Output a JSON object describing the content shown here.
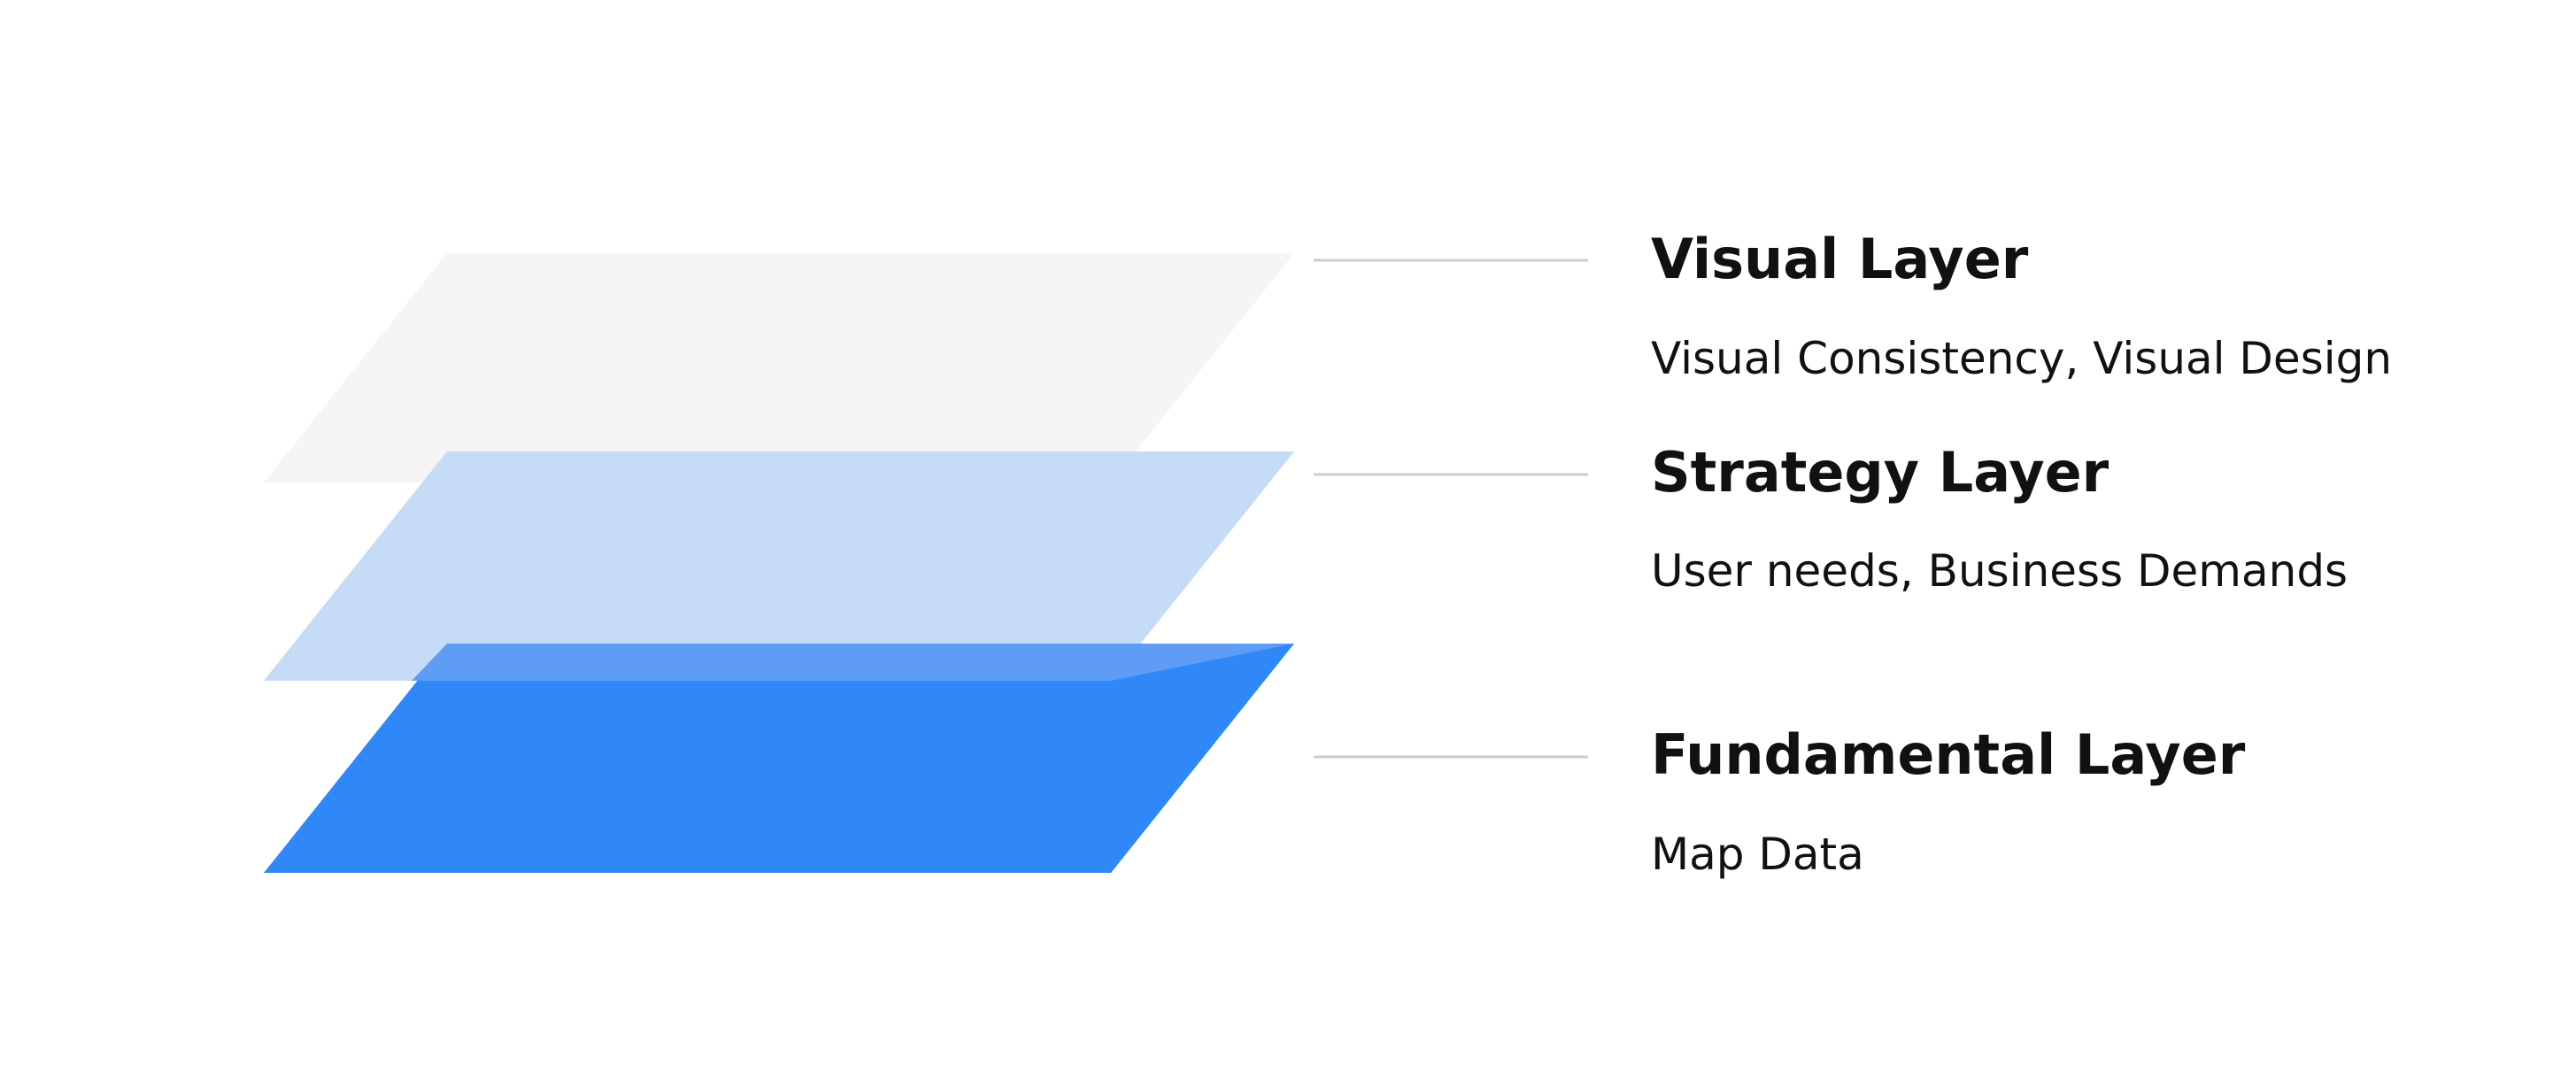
{
  "colors": {
    "visual_plane": "#F5F5F5",
    "strategy_plane": "#C6DCF6",
    "fundamental_plane": "#2F87F8",
    "overlap": "#5E9CF6",
    "connector": "#CCCCCC",
    "text": "#111111"
  },
  "layers": [
    {
      "title": "Visual Layer",
      "description": "Visual Consistency, Visual Design"
    },
    {
      "title": "Strategy Layer",
      "description": "User needs, Business Demands"
    },
    {
      "title": "Fundamental Layer",
      "description": "Map Data"
    }
  ]
}
